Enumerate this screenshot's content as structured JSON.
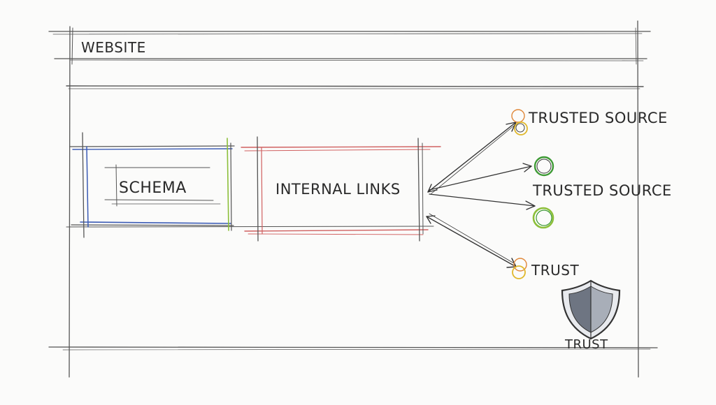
{
  "diagram": {
    "website_label": "WEBSITE",
    "schema_label": "SCHEMA",
    "internal_links_label": "INTERNAL LINKS",
    "trusted_source_1": "TRUSTED SOURCE",
    "trusted_source_2": "TRUSTED SOURCE",
    "trust_node_label": "TRUST",
    "shield_label": "TRUST"
  },
  "colors": {
    "ink": "#2a2a2a",
    "schema_blue": "#3b5bb5",
    "schema_green": "#8cbf3a",
    "links_red": "#d06060",
    "node_green": "#3e9a35",
    "node_yellow": "#e0b82c",
    "node_orange": "#e0883a",
    "shield_grey": "#6e7582"
  },
  "icons": {
    "shield": "shield-icon",
    "node": "circle-node-icon"
  }
}
